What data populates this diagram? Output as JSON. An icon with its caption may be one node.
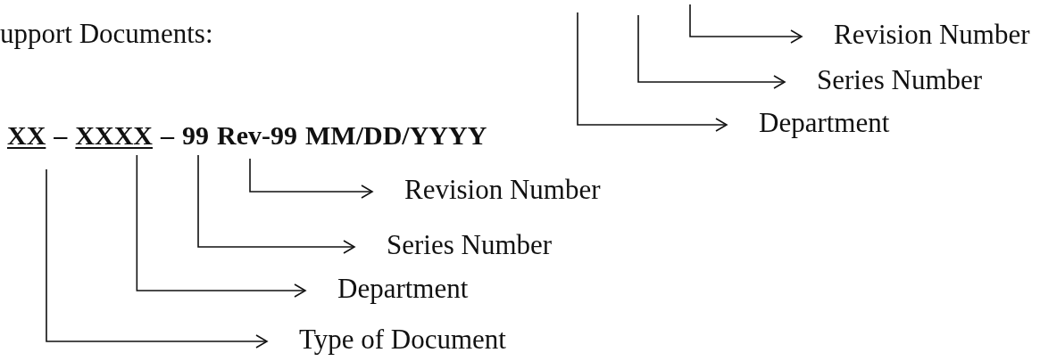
{
  "diagram": {
    "nodes": [
      {
        "text": [
          "Revision Number"
        ]
      },
      {
        "text": [
          "Series Number"
        ]
      },
      {
        "text": [
          "Department"
        ]
      },
      {
        "text": [
          "XX"
        ]
      },
      {
        "text": [
          "XXXX"
        ]
      },
      {
        "text": [
          "99"
        ]
      },
      {
        "text": [
          "Rev-99"
        ]
      },
      {
        "text": [
          "Revision Number"
        ]
      },
      {
        "text": [
          "Series Number"
        ]
      },
      {
        "text": [
          "Department"
        ]
      },
      {
        "text": [
          "Type of Document"
        ]
      }
    ],
    "edges": [
      {
        "from": null,
        "to": 0,
        "arrow": "to"
      },
      {
        "from": null,
        "to": 1,
        "arrow": "to"
      },
      {
        "from": null,
        "to": 2,
        "arrow": "to"
      },
      {
        "from": 6,
        "to": 7,
        "arrow": "to"
      },
      {
        "from": 5,
        "to": 8,
        "arrow": "to"
      },
      {
        "from": 4,
        "to": 9,
        "arrow": "to"
      },
      {
        "from": 3,
        "to": 10,
        "arrow": "to"
      }
    ],
    "labels": [
      "upport Documents:",
      "–",
      "–",
      "MM/DD/YYYY"
    ]
  }
}
